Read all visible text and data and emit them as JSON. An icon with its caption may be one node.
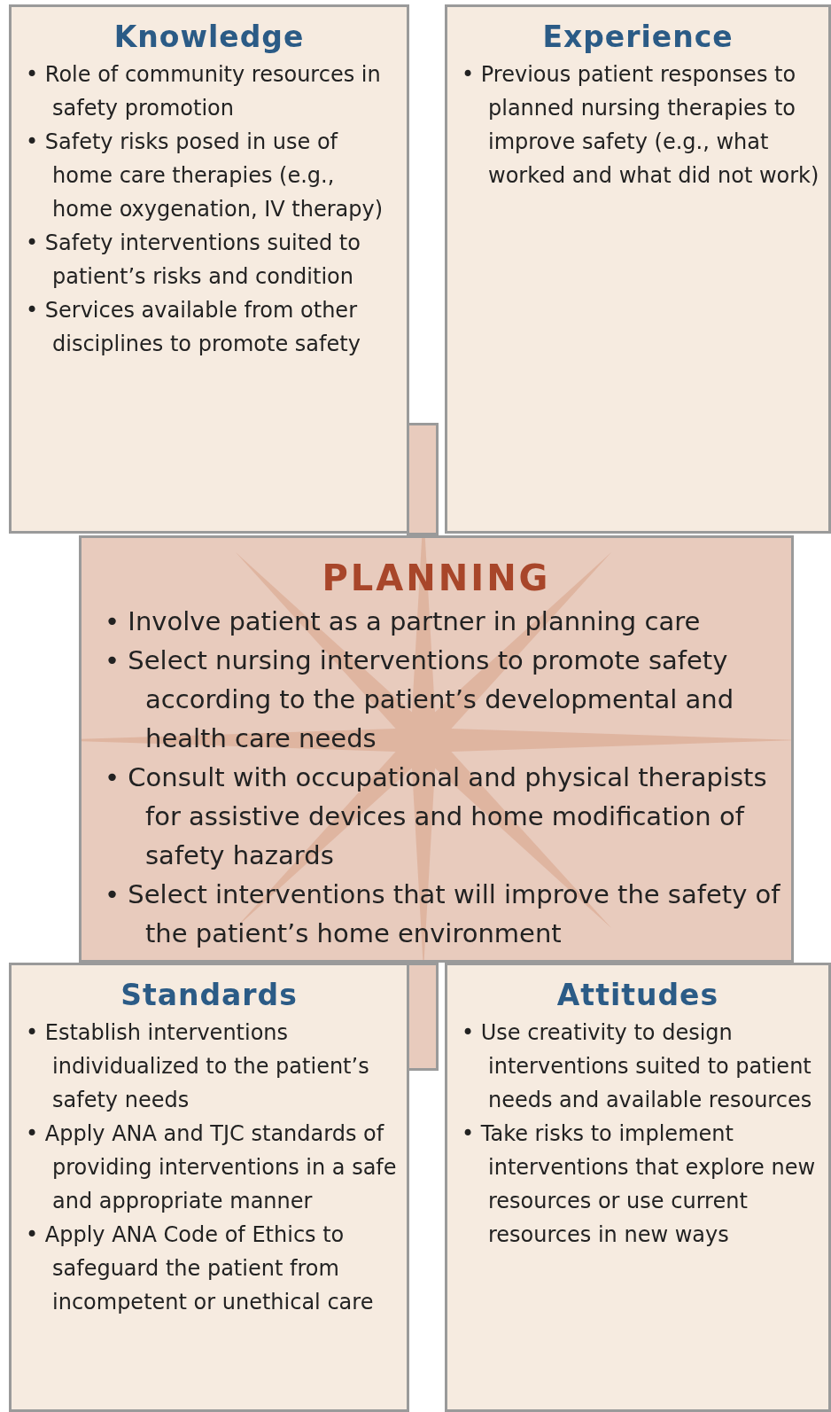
{
  "diagram": {
    "nodes": [
      {
        "text": [
          "Knowledge",
          "• Role of community resources in safety promotion",
          "• Safety risks posed in use of home care therapies (e.g., home oxygenation, IV therapy)",
          "• Safety interventions suited to patient’s risks and condition",
          "• Services available from other disciplines to promote safety"
        ]
      },
      {
        "text": [
          "Experience",
          "• Previous patient responses to planned nursing therapies to improve safety (e.g., what worked and what did not work)"
        ]
      },
      {
        "text": [
          "PLANNING",
          "• Involve patient as a partner in planning care",
          "• Select nursing interventions to promote safety according to the patient’s developmental and health care needs",
          "• Consult with occupational and physical therapists for assistive devices and home modification of safety hazards",
          "• Select interventions that will improve the safety of the patient’s home environment"
        ]
      },
      {
        "text": [
          "Standards",
          "• Establish interventions individualized to the patient’s safety needs",
          "• Apply ANA and TJC standards of providing interventions in a safe and appropriate manner",
          "• Apply ANA Code of Ethics to safeguard the patient from incompetent or unethical care"
        ]
      },
      {
        "text": [
          "Attitudes",
          "• Use creativity to design interventions suited to patient needs and available resources",
          "• Take risks to implement interventions that explore new resources or use current resources in new ways"
        ]
      },
      {
        "text": [],
        "shape": "bar"
      },
      {
        "text": [],
        "shape": "bar"
      }
    ],
    "edges": []
  }
}
